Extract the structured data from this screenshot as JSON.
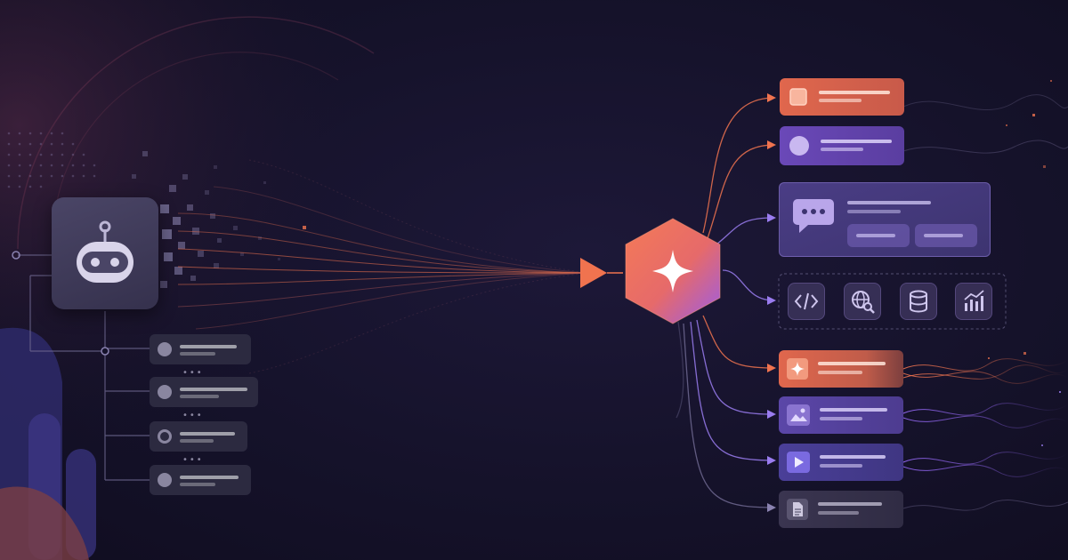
{
  "colors": {
    "background": "#15122a",
    "accent_orange": "#f0734f",
    "accent_purple": "#8a5cf0",
    "hub_gradient_start": "#f47a57",
    "hub_gradient_end": "#9a5ce8",
    "agent_card": "#3e3a57",
    "left_item": "#2c2a40"
  },
  "diagram": {
    "source": {
      "icon": "robot-icon"
    },
    "hub": {
      "icon": "sparkle-icon"
    },
    "left_items": [
      {
        "icon": "circle-icon"
      },
      {
        "icon": "circle-icon"
      },
      {
        "icon": "ring-icon"
      },
      {
        "icon": "circle-icon"
      }
    ],
    "output_top": [
      {
        "icon": "square-icon",
        "style": "orange"
      },
      {
        "icon": "circle-icon",
        "style": "purple"
      },
      {
        "icon": "chat-icon",
        "style": "chat"
      }
    ],
    "tools": [
      {
        "icon": "code-icon"
      },
      {
        "icon": "web-search-icon"
      },
      {
        "icon": "database-icon"
      },
      {
        "icon": "chart-icon"
      }
    ],
    "outputs_bottom": [
      {
        "icon": "sparkle-icon",
        "style": "orange"
      },
      {
        "icon": "image-icon",
        "style": "purple"
      },
      {
        "icon": "play-icon",
        "style": "violet"
      },
      {
        "icon": "document-icon",
        "style": "gray"
      }
    ]
  }
}
